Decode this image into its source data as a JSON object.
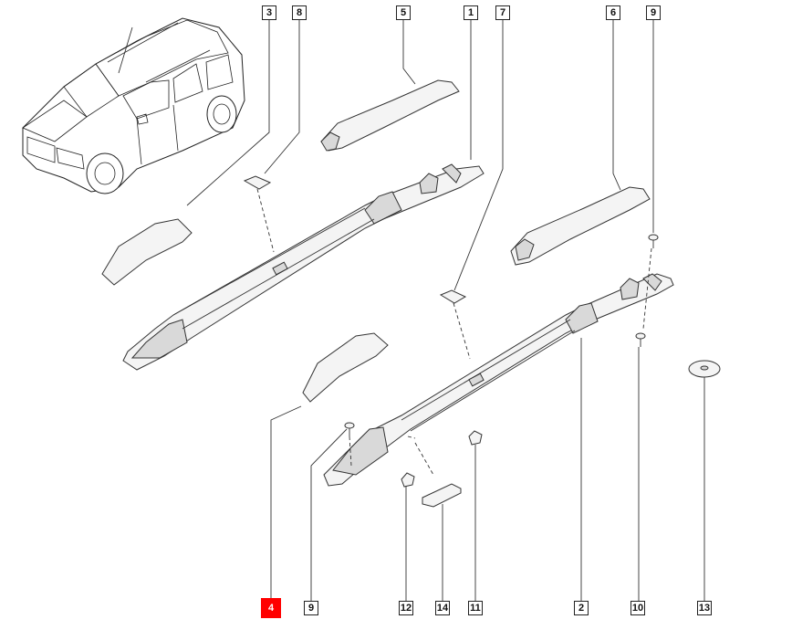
{
  "callouts": {
    "c1": "1",
    "c2": "2",
    "c3": "3",
    "c4": "4",
    "c5": "5",
    "c6": "6",
    "c7": "7",
    "c8": "8",
    "c9a": "9",
    "c9b": "9",
    "c10": "10",
    "c11": "11",
    "c12": "12",
    "c13": "13",
    "c14": "14"
  },
  "colors": {
    "highlight": "#ff0000",
    "line": "#333333",
    "part_fill": "#f4f4f4"
  }
}
